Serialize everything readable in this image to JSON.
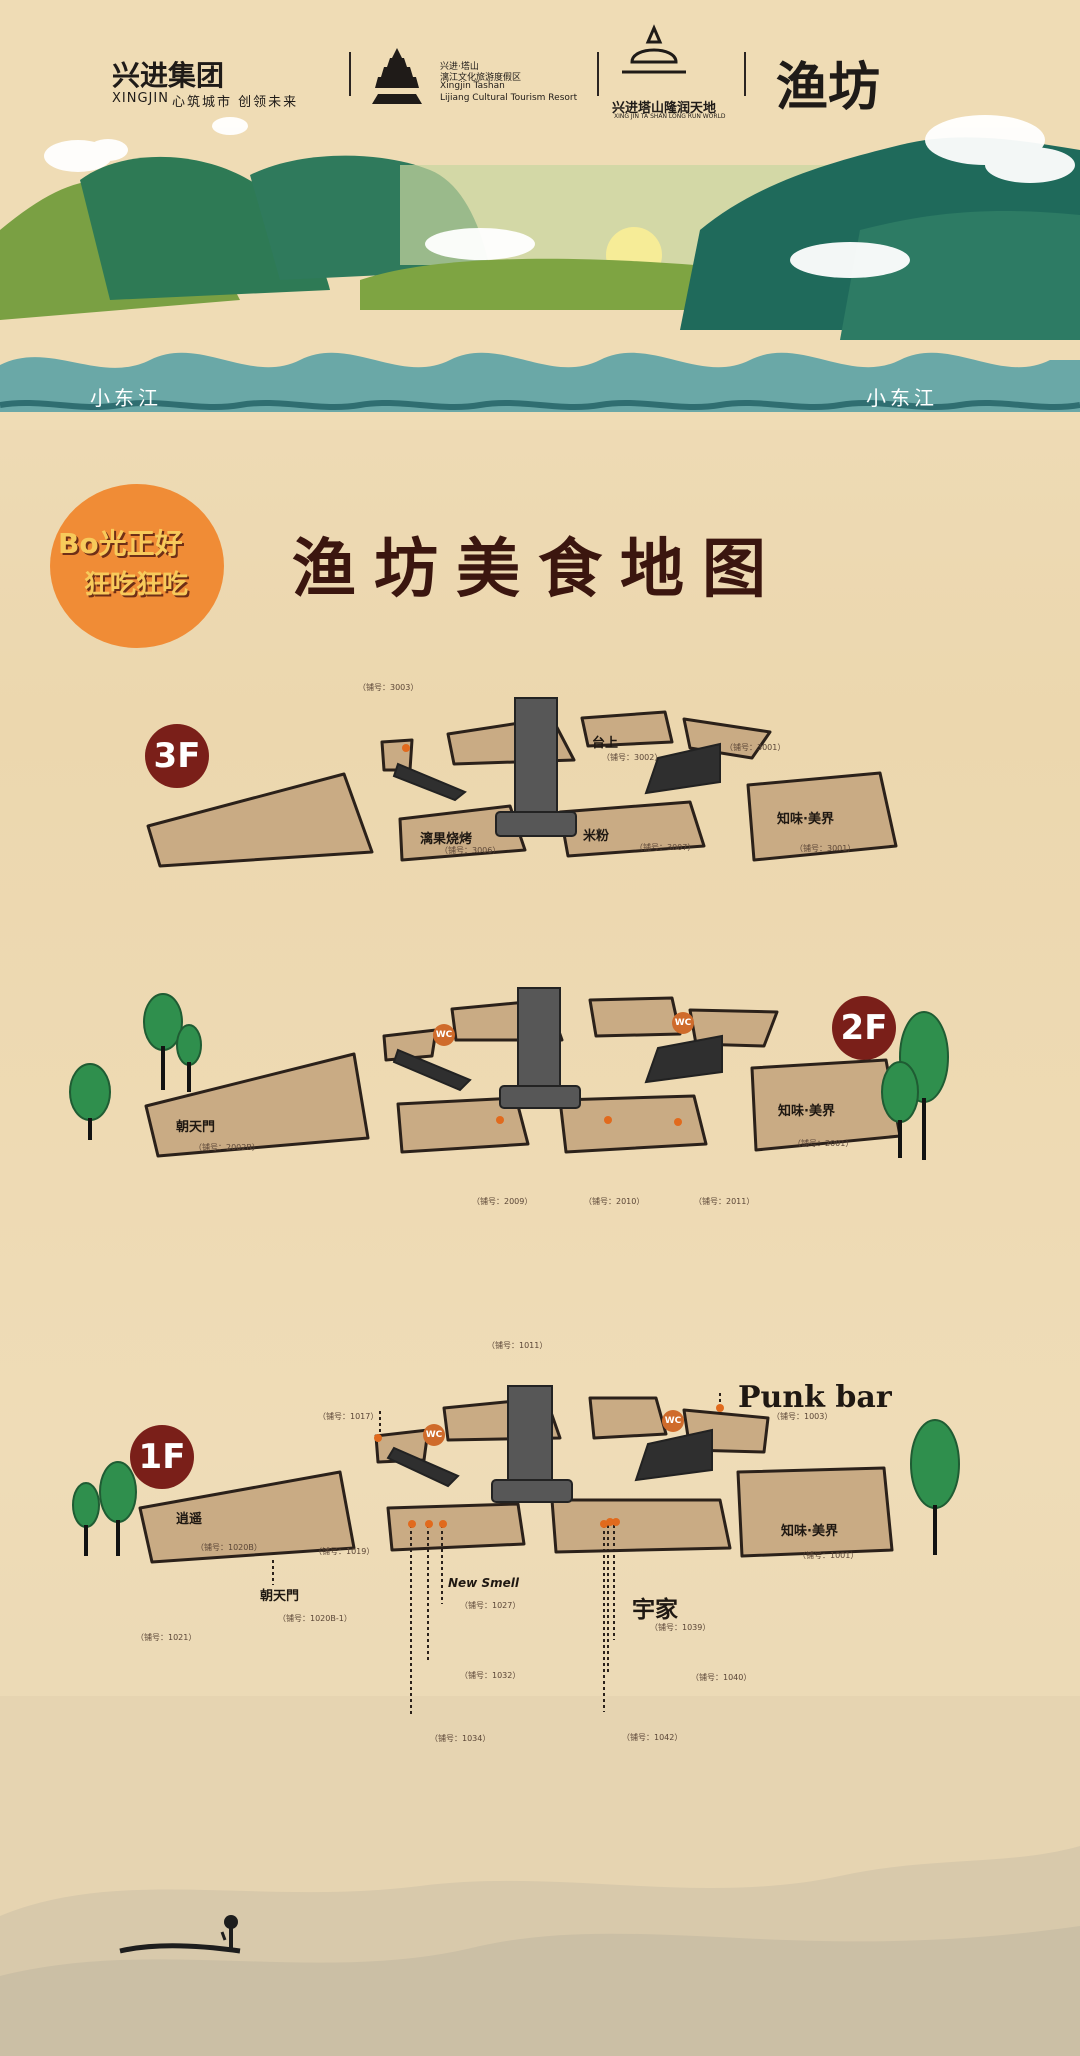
{
  "header": {
    "group_name": "兴进集团",
    "group_en": "XINGJIN",
    "slogan": "心筑城市 创领未来",
    "resort_cn_line1": "兴进·塔山",
    "resort_cn_line2": "漓江文化旅游度假区",
    "resort_en_line1": "Xingjin Tashan",
    "resort_en_line2": "Lijiang Cultural Tourism Resort",
    "world_cn": "兴进塔山隆润天地",
    "world_en": "XING JIN TA SHAN LONG RUN WORLD",
    "brand": "渔坊"
  },
  "river_label_left": "小东江",
  "river_label_right": "小东江",
  "badge": {
    "line1": "Bo光正好",
    "line2": "狂吃狂吃"
  },
  "title": "渔坊美食地图",
  "floors": [
    {
      "id": "3F",
      "shops": [
        {
          "name": "",
          "number": "（铺号：3003）"
        },
        {
          "name": "台上",
          "number": "（铺号：3002）"
        },
        {
          "name": "",
          "number": "（铺号：3001）"
        },
        {
          "name": "漓果烧烤",
          "number": "（铺号：3006）"
        },
        {
          "name": "米粉",
          "number": "（铺号：3007）"
        },
        {
          "name": "知味·美界",
          "number": "（铺号：3001）"
        }
      ]
    },
    {
      "id": "2F",
      "shops": [
        {
          "name": "朝天門",
          "number": "（铺号：2002B）"
        },
        {
          "name": "",
          "number": "（铺号：2009）"
        },
        {
          "name": "",
          "number": "（铺号：2010）"
        },
        {
          "name": "",
          "number": "（铺号：2011）"
        },
        {
          "name": "知味·美界",
          "number": "（铺号：2001）"
        }
      ]
    },
    {
      "id": "1F",
      "shops": [
        {
          "name": "",
          "number": "（铺号：1011）"
        },
        {
          "name": "",
          "number": "（铺号：1017）"
        },
        {
          "name": "Punk bar",
          "number": "（铺号：1003）"
        },
        {
          "name": "逍遥",
          "number": "（铺号：1020B）"
        },
        {
          "name": "",
          "number": "（铺号：1019）"
        },
        {
          "name": "知味·美界",
          "number": "（铺号：1001）"
        },
        {
          "name": "朝天門",
          "number": "（铺号：1020B-1）"
        },
        {
          "name": "",
          "number": "（铺号：1021）"
        },
        {
          "name": "New Smell",
          "number": "（铺号：1027）"
        },
        {
          "name": "宇家",
          "number": "（铺号：1039）"
        },
        {
          "name": "",
          "number": "（铺号：1032）"
        },
        {
          "name": "",
          "number": "（铺号：1040）"
        },
        {
          "name": "",
          "number": "（铺号：1034）"
        },
        {
          "name": "",
          "number": "（铺号：1042）"
        }
      ]
    }
  ],
  "colors": {
    "background": "#efdcb5",
    "water": "#6aa8a7",
    "floor_badge": "#7a1f19",
    "wc": "#cf6b2b",
    "title": "#3b160f"
  }
}
